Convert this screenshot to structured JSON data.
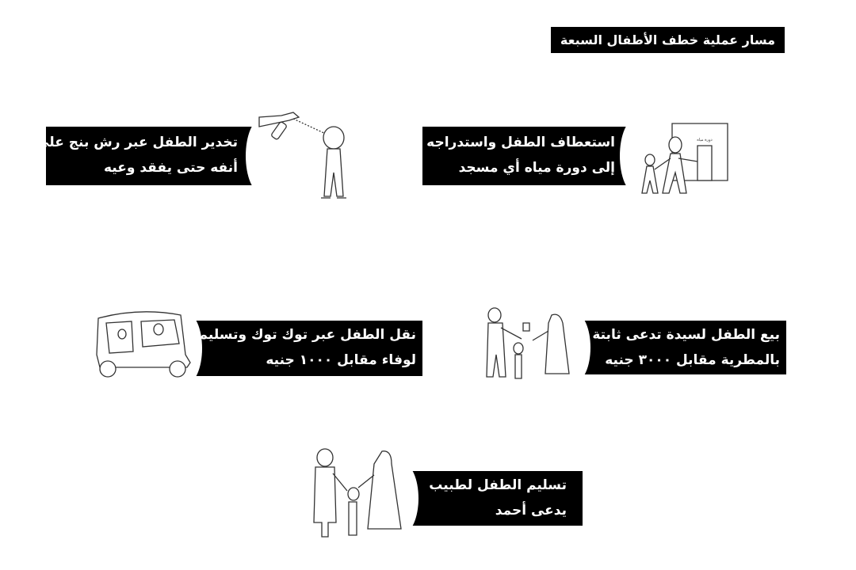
{
  "title": "مسار عملية خطف الأطفال السبعة",
  "steps": [
    {
      "line1": "استعطاف الطفل واستدراجه",
      "line2": "إلى دورة مياه أي مسجد",
      "sign": "دورة مياه"
    },
    {
      "line1": "تخدير الطفل عبر رش بنج على",
      "line2": "أنفه حتى يفقد وعيه"
    },
    {
      "line1": "بيع الطفل لسيدة تدعى ثابتة",
      "line2": "بالمطرية مقابل ٣٠٠٠ جنيه"
    },
    {
      "line1": "نقل الطفل عبر توك توك وتسليمه",
      "line2": "لوفاء مقابل ١٠٠٠ جنيه"
    },
    {
      "line1": "تسليم الطفل لطبيب",
      "line2": "يدعى أحمد"
    }
  ]
}
